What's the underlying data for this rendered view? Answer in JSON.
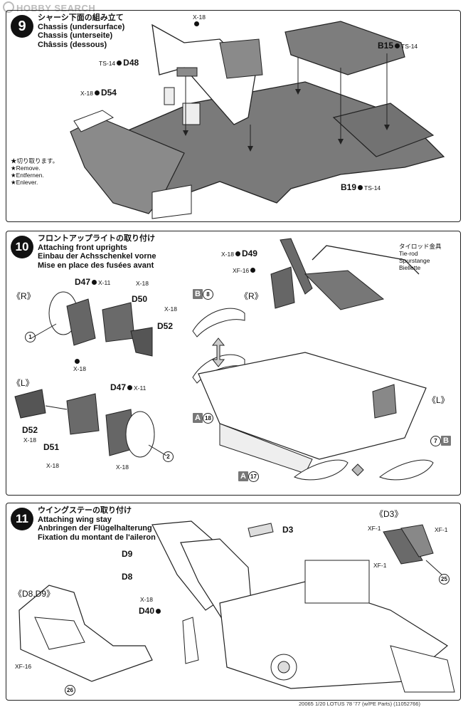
{
  "watermark": "HOBBY SEARCH",
  "step9": {
    "number": "9",
    "title_jp": "シャーシ下面の組み立て",
    "title_en": "Chassis (undersurface)",
    "title_de": "Chassis (unterseite)",
    "title_fr": "Châssis (dessous)",
    "parts": {
      "x18_top": "X-18",
      "d48": "D48",
      "ts14_d48": "TS-14",
      "d54": "D54",
      "x18_d54": "X-18",
      "b15": "B15",
      "ts14_b15": "TS-14",
      "b19": "B19",
      "ts14_b19": "TS-14"
    },
    "remove_note": [
      "★切り取ります。",
      "★Remove.",
      "★Entfernen.",
      "★Enlever."
    ]
  },
  "step10": {
    "number": "10",
    "title_jp": "フロントアップライトの取り付け",
    "title_en": "Attaching front uprights",
    "title_de": "Einbau der Achsschenkel vorne",
    "title_fr": "Mise en place des fusées avant",
    "sub_R": "《R》",
    "sub_L": "《L》",
    "sub_R2": "《R》",
    "sub_L2": "《L》",
    "parts": {
      "d47_r": "D47",
      "x11_r": "X-11",
      "x18_d50": "X-18",
      "d50": "D50",
      "x18_d52": "X-18",
      "d52_r": "D52",
      "x18_r_bottom": "X-18",
      "d47_l": "D47",
      "x11_l": "X-11",
      "d52_l": "D52",
      "x18_d52_l": "X-18",
      "d51": "D51",
      "x18_d51": "X-18",
      "x18_l_bottom": "X-18",
      "d49": "D49",
      "x18_d49": "X-18",
      "xf16": "XF-16",
      "b_badge": "B",
      "b_num": "8",
      "a_badge": "A",
      "a_num": "18",
      "a2_badge": "A",
      "a2_num": "17",
      "b2_badge": "B",
      "b2_num": "7",
      "screw1": "1",
      "screw2": "2"
    },
    "tierod": [
      "タイロッド金具",
      "Tie-rod",
      "Spurstange",
      "Biellette"
    ]
  },
  "step11": {
    "number": "11",
    "title_jp": "ウイングステーの取り付け",
    "title_en": "Attaching wing stay",
    "title_de": "Anbringen der Flügelhalterung",
    "title_fr": "Fixation du montant de l'aileron",
    "sub_d3": "《D3》",
    "sub_d8d9": "《D8,D9》",
    "parts": {
      "d3": "D3",
      "d9": "D9",
      "d8": "D8",
      "x18_d40": "X-18",
      "d40": "D40",
      "xf1_a": "XF-1",
      "xf1_b": "XF-1",
      "xf1_c": "XF-1",
      "xf16": "XF-16",
      "screw25": "25",
      "screw26": "26"
    }
  },
  "footer": "20065 1/20 LOTUS 78 '77 (w/PE Parts) (11052766)"
}
